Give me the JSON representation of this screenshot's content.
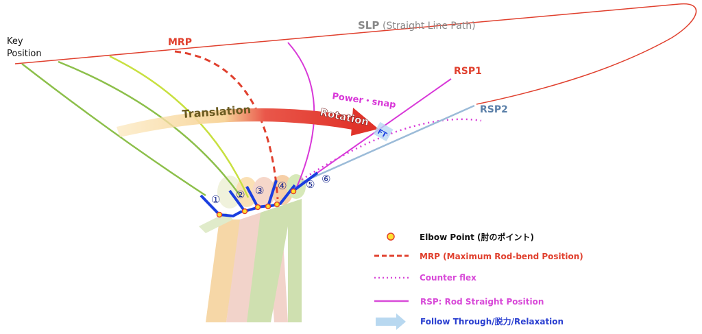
{
  "labels": {
    "key_position_line1": "Key",
    "key_position_line2": "Position",
    "slp_abbr": "SLP",
    "slp_full": "(Straight Line Path)",
    "mrp": "MRP",
    "rsp1": "RSP1",
    "rsp2": "RSP2",
    "translation": "Translation",
    "rotation": "Rotation",
    "power_snap": "Power・snap",
    "ft": "FT"
  },
  "positions": [
    "①",
    "②",
    "③",
    "④",
    "⑤",
    "⑥"
  ],
  "legend": [
    {
      "label": "Elbow Point (肘のポイント)",
      "color": "#111111"
    },
    {
      "label": "MRP (Maximum Rod-bend Position)",
      "color": "#e0402e"
    },
    {
      "label": "Counter flex",
      "color": "#d84ad8"
    },
    {
      "label": "RSP: Rod Straight Position",
      "color": "#d84ad8"
    },
    {
      "label": "Follow Through/脱力/Relaxation",
      "color": "#2a3fd0"
    }
  ],
  "colors": {
    "slp": "#e0402e",
    "mrp": "#e0402e",
    "rsp": "#d838d8",
    "rsp2": "#9bbbd8",
    "rod_blue": "#1a3ee0",
    "green": "#8cbf4a",
    "yellow_green": "#c8e040"
  }
}
